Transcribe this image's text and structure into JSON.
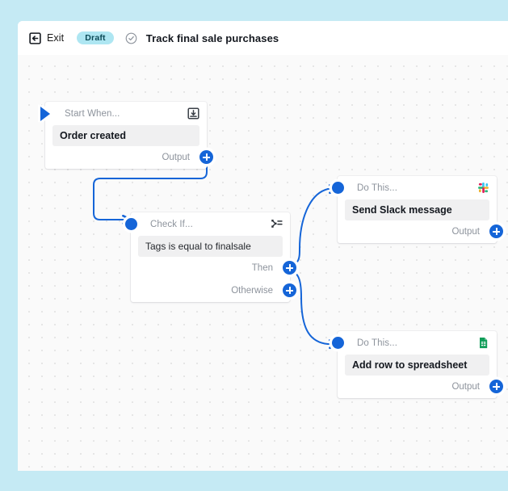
{
  "colors": {
    "page_background": "#c5eaf4",
    "panel_background": "#ffffff",
    "canvas_background": "#fafafa",
    "accent_blue": "#1565d8",
    "draft_badge_background": "#aee6f2",
    "field_background": "#f0f0f1",
    "muted_text": "#8d939c"
  },
  "header": {
    "exit_icon": "exit-arrow-icon",
    "exit_label": "Exit",
    "status_badge": "Draft",
    "status_icon": "check-circle-icon",
    "title": "Track final sale purchases"
  },
  "canvas": {
    "nodes": [
      {
        "id": "trigger",
        "kicker": "Start When...",
        "badge_icon": "import-tray-icon",
        "field_value": "Order created",
        "ports": [
          {
            "label": "Output",
            "icon": "plus-icon"
          }
        ],
        "marker": "play-triangle-icon"
      },
      {
        "id": "condition",
        "kicker": "Check If...",
        "badge_icon": "branch-condition-icon",
        "field_value": "Tags is equal to finalsale",
        "ports": [
          {
            "label": "Then",
            "icon": "plus-icon"
          },
          {
            "label": "Otherwise",
            "icon": "plus-icon"
          }
        ]
      },
      {
        "id": "slack",
        "kicker": "Do This...",
        "badge_icon": "slack-icon",
        "field_value": "Send Slack message",
        "ports": [
          {
            "label": "Output",
            "icon": "plus-icon"
          }
        ]
      },
      {
        "id": "sheets",
        "kicker": "Do This...",
        "badge_icon": "google-sheets-icon",
        "field_value": "Add row to spreadsheet",
        "ports": [
          {
            "label": "Output",
            "icon": "plus-icon"
          }
        ]
      }
    ]
  }
}
